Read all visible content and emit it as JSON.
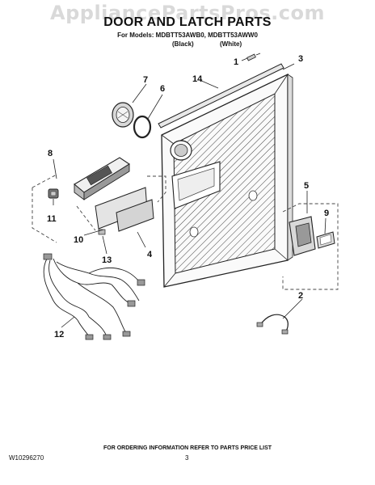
{
  "watermark": "AppliancePartsPros.com",
  "header": {
    "title": "DOOR AND LATCH PARTS",
    "models": "For Models: MDBTT53AWB0, MDBTT53AWW0",
    "variant_black": "(Black)",
    "variant_white": "(White)"
  },
  "callouts": {
    "c1": "1",
    "c2": "2",
    "c3": "3",
    "c4": "4",
    "c5": "5",
    "c6": "6",
    "c7": "7",
    "c8": "8",
    "c9": "9",
    "c10": "10",
    "c11": "11",
    "c12": "12",
    "c13": "13",
    "c14": "14"
  },
  "footer": {
    "order_note": "FOR ORDERING INFORMATION REFER TO PARTS PRICE LIST",
    "doc_number": "W10296270",
    "page_number": "3"
  }
}
